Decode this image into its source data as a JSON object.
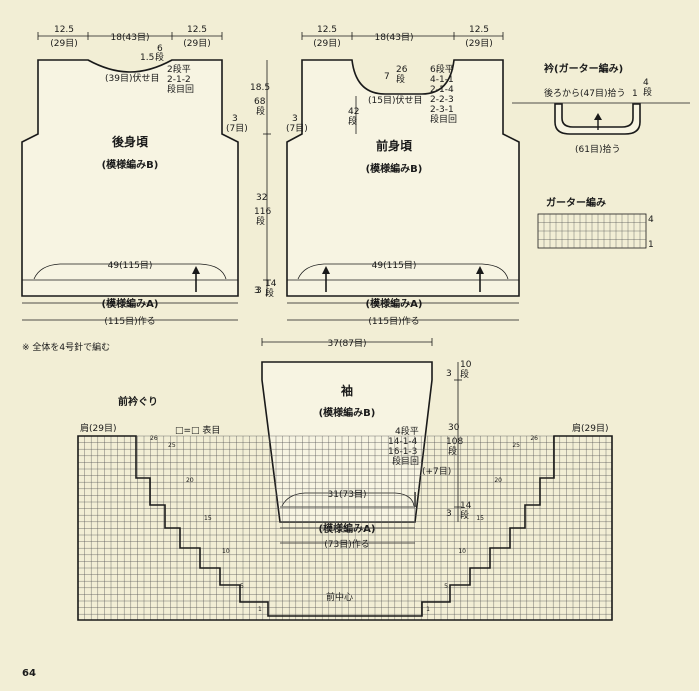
{
  "page_number": "64",
  "note": "※ 全体を4号針で編む",
  "back": {
    "title": "後身頃",
    "pattern": "(模様編みB)",
    "hem_pattern": "(模様編みA)",
    "top_left": "12.5",
    "top_left_st": "(29目)",
    "top_center": "18(43目)",
    "top_right": "12.5",
    "top_right_st": "(29目)",
    "neck_depth": "1.5",
    "neck_rows": "6",
    "neck_rows_unit": "段",
    "neck_bindoff": "(39目)伏せ目",
    "neck_dec1": "2段平",
    "neck_dec2": "2-1-2",
    "neck_dec3": "段目回",
    "arm_cm": "3",
    "arm_st": "(7目)",
    "width": "49(115目)",
    "cast_on": "(115目)作る",
    "hem_cm": "3",
    "hem_rows": "14",
    "hem_unit": "段"
  },
  "front": {
    "title": "前身頃",
    "pattern": "(模様編みB)",
    "hem_pattern": "(模様編みA)",
    "top_left": "12.5",
    "top_left_st": "(29目)",
    "top_center": "18(43目)",
    "top_right": "12.5",
    "top_right_st": "(29目)",
    "neck_cm": "7",
    "neck_rows": "26",
    "neck_unit": "段",
    "neck_bindoff": "(15目)伏せ目",
    "dec": [
      "6段平",
      "4-1-1",
      "2-1-4",
      "2-2-3",
      "2-3-1",
      "段目回"
    ],
    "side_rows": "42",
    "side_unit": "段",
    "arm_cm": "3",
    "arm_st": "(7目)",
    "width": "49(115目)",
    "cast_on": "(115目)作る",
    "shoulder_cm": "18.5",
    "shoulder_rows": "68",
    "shoulder_unit": "段",
    "body_cm": "32",
    "body_rows": "116",
    "body_unit": "段",
    "hem_cm": "3",
    "hem_rows": "14",
    "hem_unit": "段"
  },
  "collar": {
    "title": "衿(ガーター編み)",
    "pickup": "後ろから(47目)拾う",
    "cm": "1",
    "rows": "4",
    "unit": "段",
    "pickup2": "(61目)拾う"
  },
  "garter": {
    "title": "ガーター編み",
    "row_mark": "4",
    "row_mark2": "1"
  },
  "sleeve": {
    "title": "袖",
    "pattern": "(模様編みB)",
    "hem_pattern": "(模様編みA)",
    "top": "37(87目)",
    "top_cm": "3",
    "top_rows": "10",
    "top_unit": "段",
    "len_cm": "30",
    "len_rows": "108",
    "len_unit": "段",
    "inc": [
      "4段平",
      "14-1-4",
      "16-1-3",
      "段目回"
    ],
    "plus": "(+7目)",
    "width": "31(73目)",
    "cast_on": "(73目)作る",
    "hem_cm": "3",
    "hem_rows": "14",
    "hem_unit": "段"
  },
  "neckline": {
    "title": "前衿ぐり",
    "shoulder_left": "肩(29目)",
    "shoulder_right": "肩(29目)",
    "legend": "□=□ 表目",
    "center": "前中心",
    "rows": [
      "26",
      "25",
      "20",
      "15",
      "10",
      "5",
      "1"
    ]
  }
}
